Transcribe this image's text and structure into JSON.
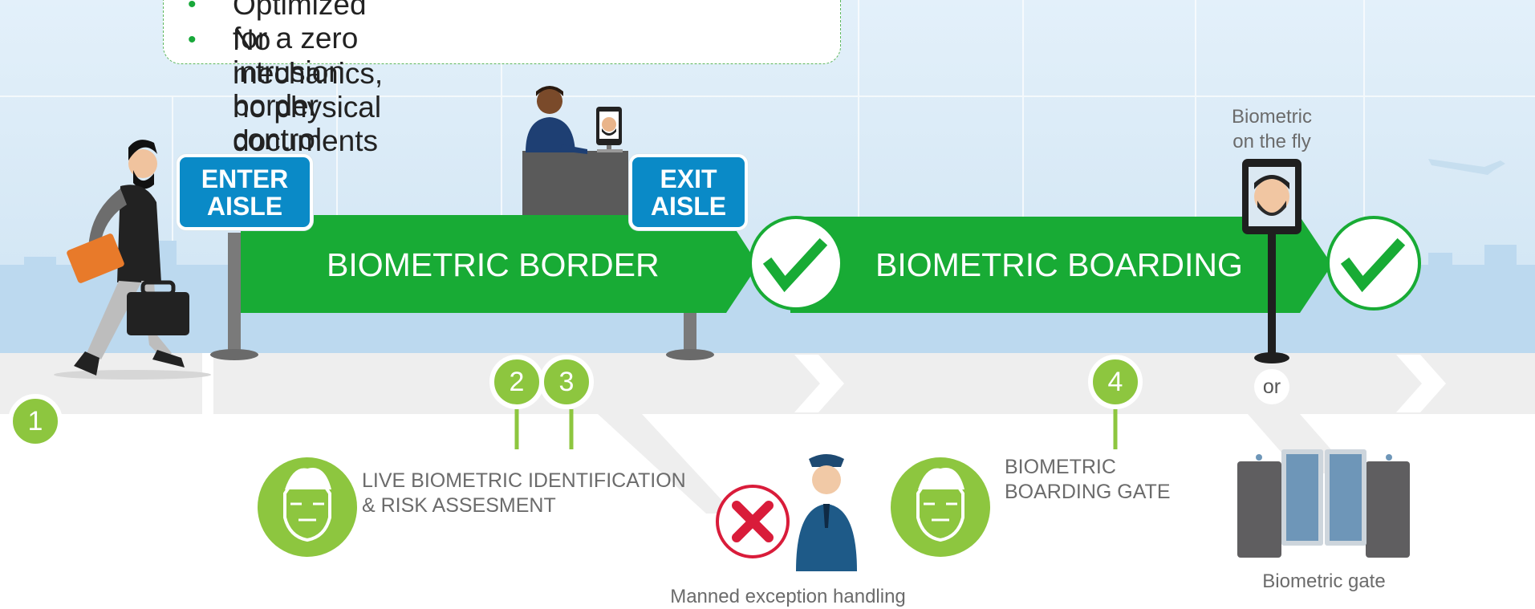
{
  "callout": {
    "bullets": [
      "Optimized for a zero intrusion border control",
      "No mechanics, no physical documents"
    ]
  },
  "signs": {
    "enter": [
      "ENTER",
      "AISLE"
    ],
    "exit": [
      "EXIT",
      "AISLE"
    ]
  },
  "banners": {
    "border": "BIOMETRIC BORDER",
    "boarding": "BIOMETRIC BOARDING"
  },
  "steps": {
    "s1": "1",
    "s2": "2",
    "s3": "3",
    "s4": "4"
  },
  "labels": {
    "live_id_1": "LIVE BIOMETRIC IDENTIFICATION",
    "live_id_2": "& RISK ASSESMENT",
    "boarding_gate_1": "BIOMETRIC",
    "boarding_gate_2": "BOARDING GATE",
    "on_the_fly_1": "Biometric",
    "on_the_fly_2": "on the fly",
    "or": "or",
    "biometric_gate": "Biometric gate",
    "manned": "Manned exception handling"
  },
  "colors": {
    "green_banner": "#18ab35",
    "step_green": "#8dc63f",
    "sign_blue": "#0a8ac7",
    "reject_red": "#d91c3a",
    "sky": "#dcebf7"
  },
  "icons": [
    "traveler-figure",
    "border-officer-figure",
    "face-screen-icon",
    "checkmark-icon",
    "cross-icon",
    "police-officer-figure",
    "face-scan-icon",
    "biometric-gate-icon",
    "airplane-icon"
  ]
}
